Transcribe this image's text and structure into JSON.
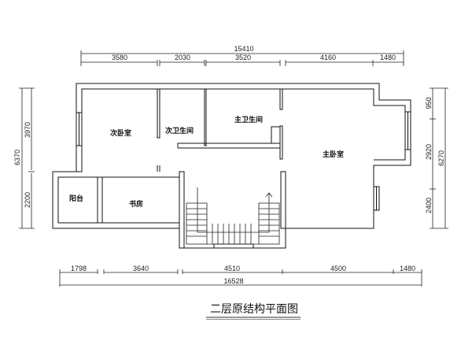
{
  "title": "二层原结构平面图",
  "rooms": {
    "second_bedroom": "次卧室",
    "second_bathroom": "次卫生间",
    "master_bathroom": "主卫生间",
    "master_bedroom": "主卧室",
    "balcony": "阳台",
    "study": "书房"
  },
  "dimensions": {
    "top_total": "15410",
    "top": [
      "3580",
      "2030",
      "3520",
      "4160",
      "1480"
    ],
    "bottom": [
      "1798",
      "3640",
      "4510",
      "4500",
      "1480"
    ],
    "bottom_total": "16528",
    "left_total": "6370",
    "left": [
      "3970",
      "2200"
    ],
    "right": [
      "950",
      "2920",
      "2400"
    ],
    "right_total": "6270"
  }
}
